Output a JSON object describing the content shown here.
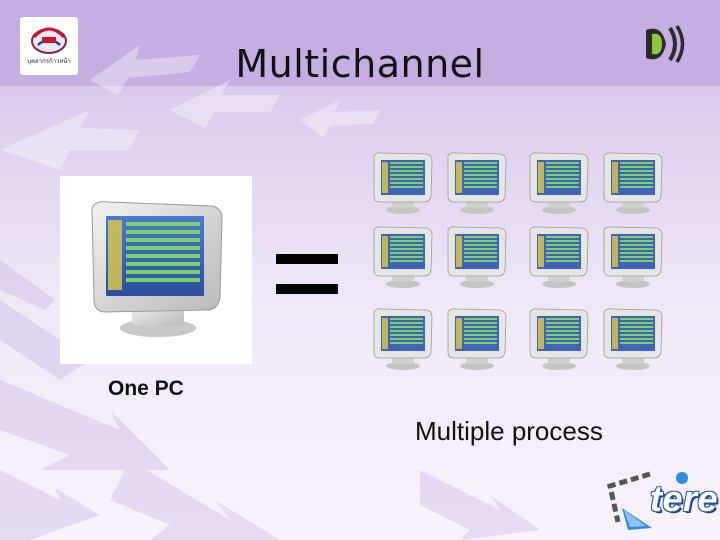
{
  "slide": {
    "title": "Multichannel",
    "label_left": "One PC",
    "label_right": "Multiple process",
    "brand_text": "tere",
    "logo_left_text": "บุคลากรก้าวหน้า",
    "colors": {
      "title_band": "#c6aee3",
      "background_light": "#f7f2fb",
      "brand_blue": "#2d5fa8",
      "monitor_screen": "#3e63b8"
    },
    "icons": [
      "computer-monitor-icon",
      "equals-sign-icon",
      "tere-brand-logo",
      "org-logo",
      "signal-wave-logo-icon"
    ]
  }
}
